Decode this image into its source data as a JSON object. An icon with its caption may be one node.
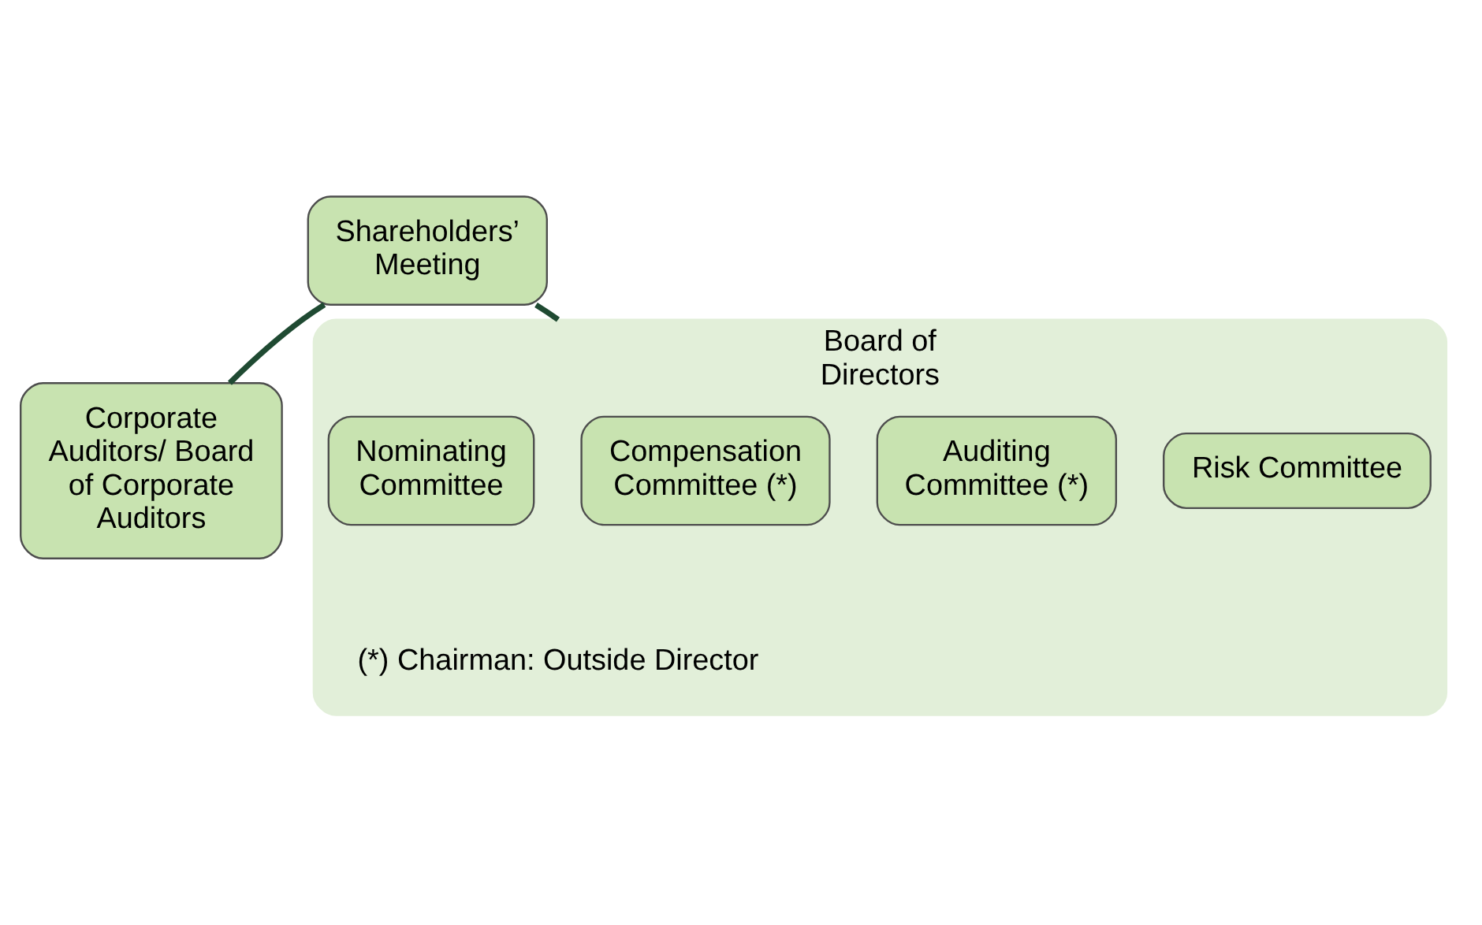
{
  "diagram": {
    "nodes": [
      {
        "text": [
          "Shareholders’ Meeting"
        ]
      },
      {
        "text": [
          "Corporate Auditors/ Board of Corporate Auditors"
        ]
      },
      {
        "text": [
          "Board of Directors"
        ]
      },
      {
        "text": [
          "Nominating Committee"
        ],
        "in": 2
      },
      {
        "text": [
          "Compensation Committee (*)"
        ],
        "in": 2
      },
      {
        "text": [
          "Auditing Committee (*)"
        ],
        "in": 2
      },
      {
        "text": [
          "Risk Committee"
        ],
        "in": 2
      }
    ],
    "edges": [
      {
        "from": 0,
        "to": 2,
        "arrow": "none"
      },
      {
        "from": 0,
        "to": 1,
        "arrow": "none"
      }
    ],
    "labels": [
      "(*) Chairman: Outside Director"
    ]
  }
}
